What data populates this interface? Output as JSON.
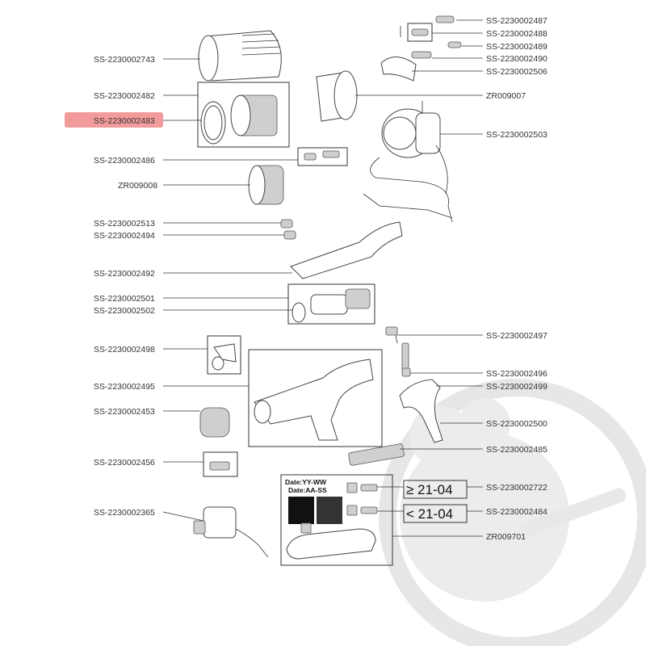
{
  "labels": {
    "l2487": "SS-2230002487",
    "l2488": "SS-2230002488",
    "l2489": "SS-2230002489",
    "l2490": "SS-2230002490",
    "l2506": "SS-2230002506",
    "l2743": "SS-2230002743",
    "l2482": "SS-2230002482",
    "l2483": "SS-2230002483",
    "zr9007": "ZR009007",
    "l2503": "SS-2230002503",
    "l2486": "SS-2230002486",
    "zr9008": "ZR009008",
    "l2513": "SS-2230002513",
    "l2494": "SS-2230002494",
    "l2492": "SS-2230002492",
    "l2501": "SS-2230002501",
    "l2502": "SS-2230002502",
    "l2497": "SS-2230002497",
    "l2498": "SS-2230002498",
    "l2496": "SS-2230002496",
    "l2499": "SS-2230002499",
    "l2495": "SS-2230002495",
    "l2453": "SS-2230002453",
    "l2500": "SS-2230002500",
    "l2485": "SS-2230002485",
    "l2456": "SS-2230002456",
    "l2722": "SS-2230002722",
    "l2484": "SS-2230002484",
    "l2365": "SS-2230002365",
    "zr9701": "ZR009701"
  },
  "battery_box": {
    "date_line1": "Date:YY-WW",
    "date_line2": "Date:AA-SS",
    "code_ge": "≥ 21-04",
    "code_lt": "< 21-04"
  },
  "highlight": {
    "label": "SS-2230002483",
    "color": "#f08a8a"
  },
  "colors": {
    "line": "#333333",
    "watermark": "#e6e6e6"
  }
}
